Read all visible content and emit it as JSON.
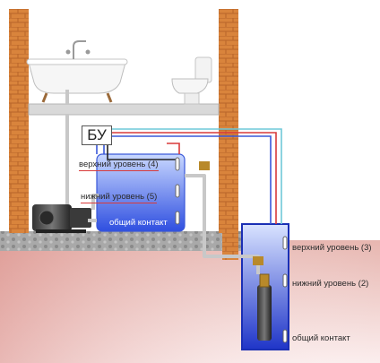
{
  "labels": {
    "controller": "БУ",
    "tank_upper": "верхний уровень (4)",
    "tank_lower": "нижний уровень (5)",
    "tank_common": "общий контакт",
    "well_upper": "верхний уровень (3)",
    "well_lower": "нижний уровень (2)",
    "well_common": "общий контакт"
  },
  "icons": [
    "bathtub-icon",
    "toilet-icon",
    "surface-pump-icon",
    "submersible-pump-icon",
    "float-sensor-icon"
  ],
  "colors": {
    "brick": "#d9843c",
    "water": "#2f4fe0",
    "pipe": "#c8c8c8",
    "wire_red": "#d83a3a",
    "wire_blue": "#3a58d8",
    "wire_cyan": "#6fc8d8",
    "ground": "#d98080"
  }
}
